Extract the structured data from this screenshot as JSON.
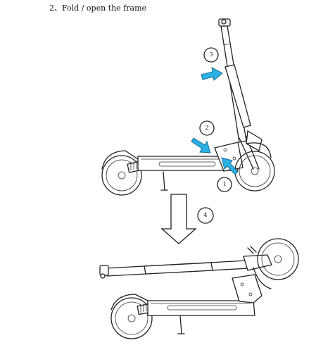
{
  "heading": "2、Fold / open the frame",
  "step_labels": [
    "3",
    "2",
    "1",
    "4"
  ]
}
